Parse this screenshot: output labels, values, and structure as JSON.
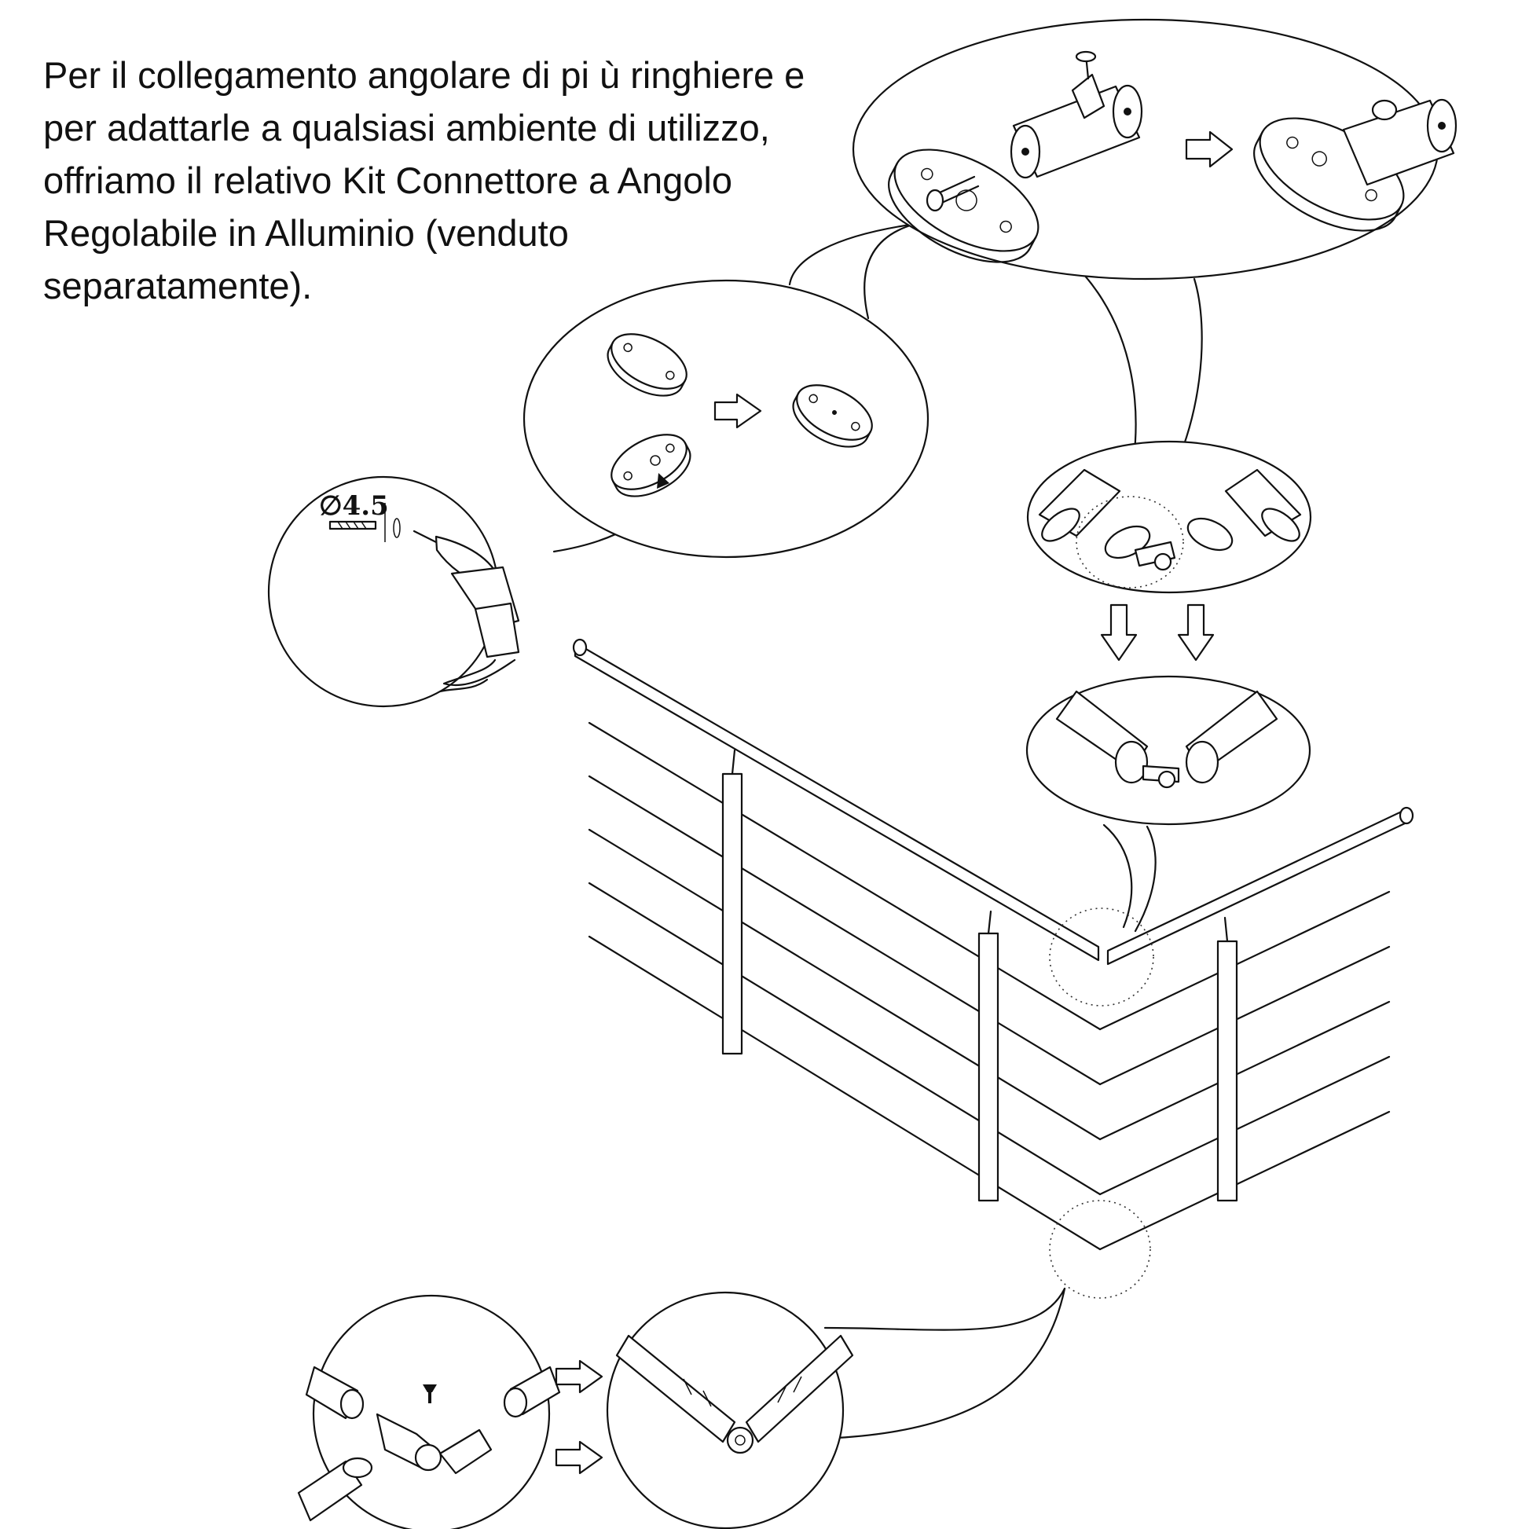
{
  "caption": {
    "lines": [
      "Per il collegamento angolare di pi ù  ringhiere e",
      "per adattarle a qualsiasi ambiente di utilizzo,",
      "offriamo il relativo Kit Connettore a Angolo",
      "Regolabile in Alluminio (venduto",
      "separatamente)."
    ]
  },
  "drill_detail": {
    "diameter_symbol": "∅",
    "diameter_value": "4.5"
  },
  "icons": [
    "connector-kit-detail",
    "mounting-plate-detail",
    "drill-icon",
    "handrail-joint-detail",
    "handrail-joined-detail",
    "cable-corner-assembly-detail",
    "cable-corner-assembled-detail",
    "arrow-right-icon",
    "arrow-down-icon",
    "railing-illustration"
  ],
  "colors": {
    "line": "#111111",
    "background": "#ffffff"
  }
}
